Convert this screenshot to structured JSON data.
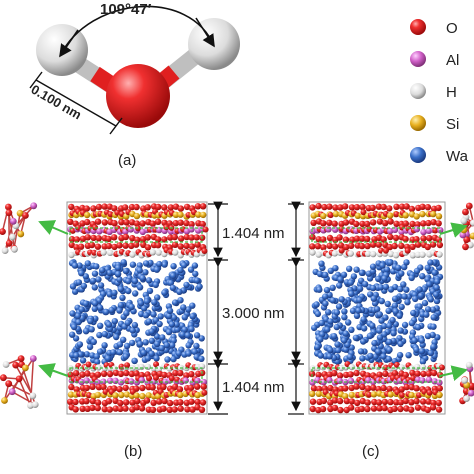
{
  "molecule": {
    "angle_label": "109°47′",
    "bond_length_label": "0.100 nm"
  },
  "legend": [
    {
      "symbol": "O",
      "color": "#e02020"
    },
    {
      "symbol": "Al",
      "color": "#d060c8"
    },
    {
      "symbol": "H",
      "color": "#eeeeee"
    },
    {
      "symbol": "Si",
      "color": "#e8b020"
    },
    {
      "symbol": "Wa",
      "color": "#3a6fc8"
    }
  ],
  "captions": {
    "a": "(a)",
    "b": "(b)",
    "c": "(c)"
  },
  "dimensions": {
    "top_layer": "1.404 nm",
    "water_layer": "3.000 nm",
    "bottom_layer": "1.404 nm"
  },
  "colors": {
    "oxygen": "#e02020",
    "aluminum": "#d060c8",
    "hydrogen": "#eeeeee",
    "silicon": "#e8b020",
    "water": "#3a6fc8",
    "arrow_green": "#44bb44"
  }
}
